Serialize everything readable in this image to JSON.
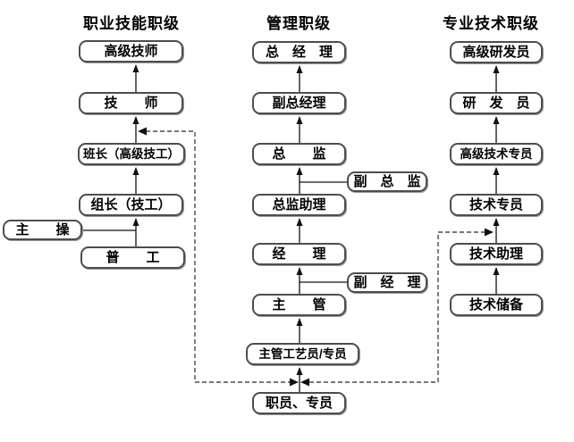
{
  "diagram": {
    "colors": {
      "background": "#ffffff",
      "box_border": "#4d4d4d",
      "text": "#000000",
      "line": "#111111"
    },
    "columns": [
      {
        "title": "职业技能职级",
        "boxes": [
          "高级技师",
          "技　　师",
          "班长（高级技工）",
          "组长（技工）",
          "普　　工"
        ],
        "side_boxes": [
          "主　　操"
        ]
      },
      {
        "title": "管理职级",
        "boxes": [
          "总　经　理",
          "副总经理",
          "总　　监",
          "总监助理",
          "经　　理",
          "主　　管",
          "主管工艺员/专员",
          "职员、专员"
        ],
        "side_boxes": [
          "副　总　监",
          "副　经　理"
        ]
      },
      {
        "title": "专业技术职级",
        "boxes": [
          "高级研发员",
          "研　发　员",
          "高级技术专员",
          "技术专员",
          "技术助理",
          "技术储备"
        ]
      }
    ]
  }
}
